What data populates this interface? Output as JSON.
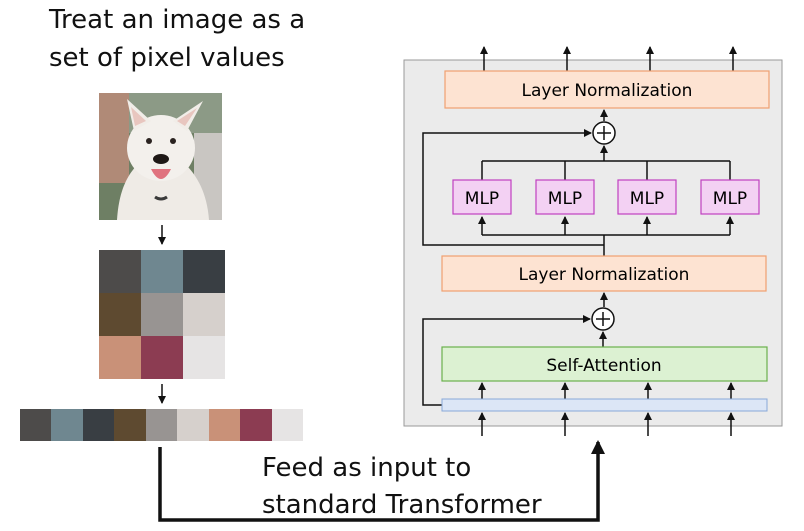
{
  "captions": {
    "image_line1": "Treat an image as a",
    "image_line2": "set of pixel values",
    "feed_line1": "Feed as input to",
    "feed_line2": "standard Transformer"
  },
  "pixel_grid_colors": [
    "#4d4b4a",
    "#6f8790",
    "#393e43",
    "#5e4a30",
    "#989492",
    "#d6d0cc",
    "#c99178",
    "#8c3c52",
    "#e6e4e4"
  ],
  "transformer": {
    "layer_norm_top": "Layer Normalization",
    "layer_norm_mid": "Layer Normalization",
    "mlp_labels": [
      "MLP",
      "MLP",
      "MLP",
      "MLP"
    ],
    "self_attention": "Self-Attention"
  },
  "colors": {
    "layer_norm_fill": "#fde3d2",
    "layer_norm_stroke": "#f0a070",
    "mlp_fill": "#f3d1f3",
    "mlp_stroke": "#c040c0",
    "attention_fill": "#dcf1d2",
    "attention_stroke": "#6ab04c",
    "input_bar_fill": "#dce6f6",
    "input_bar_stroke": "#88a8d8",
    "panel_fill": "#ebebeb"
  }
}
